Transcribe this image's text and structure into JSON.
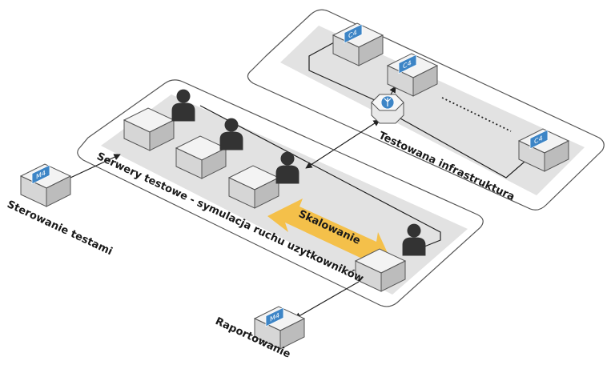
{
  "labels": {
    "control": "Sterowanie testami",
    "reporting": "Raportowanie",
    "test_servers": "Serwery testowe - symulacja ruchu uzytkowników",
    "infrastructure": "Testowana infrastruktura",
    "scaling": "Skalowanie"
  },
  "badges": {
    "control": "M4",
    "reporting": "M4",
    "infra_top": "C4",
    "infra_mid": "C4",
    "infra_right": "C4"
  },
  "icons": {
    "user": "user-icon",
    "load_balancer": "load-balancer-icon",
    "server": "server-box-icon"
  },
  "colors": {
    "panel_border": "#555555",
    "panel_fill": "#ffffff",
    "panel_inner": "#e2e2e2",
    "box_top": "#f3f3f3",
    "box_left": "#d6d6d6",
    "box_right": "#bcbcbc",
    "badge": "#3d85c6",
    "user": "#333333",
    "scaling_arrow": "#f4c04a"
  }
}
